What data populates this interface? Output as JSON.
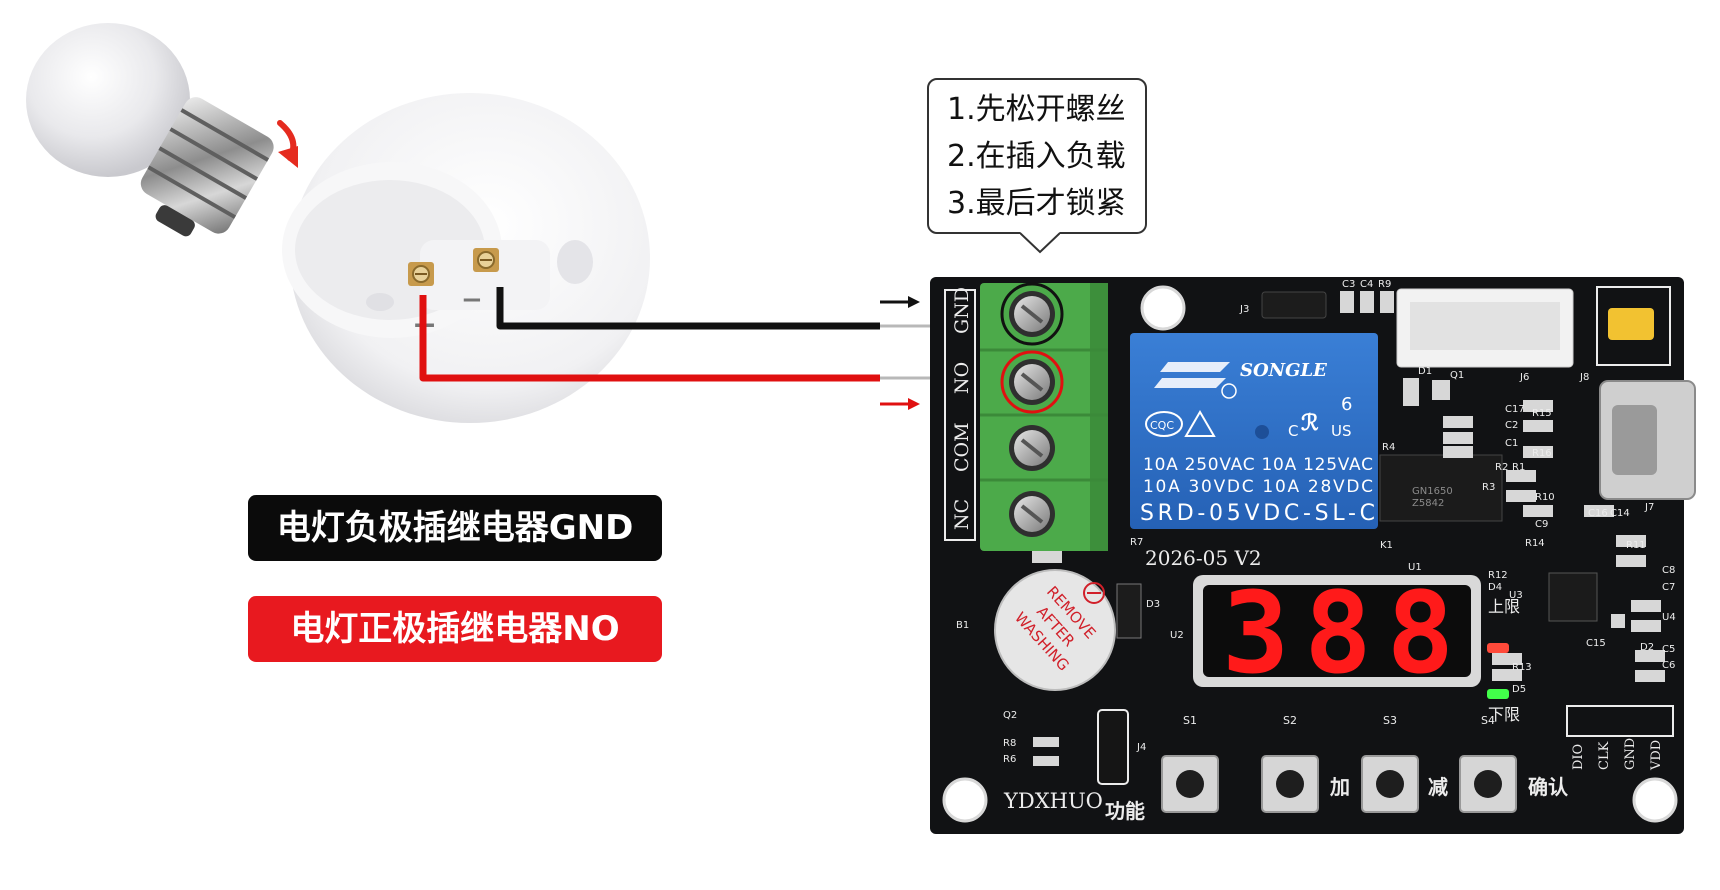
{
  "callout": {
    "steps": [
      "1.先松开螺丝",
      "2.在插入负载",
      "3.最后才锁紧"
    ]
  },
  "labels": {
    "negative": "电灯负极插继电器GND",
    "positive": "电灯正极插继电器NO"
  },
  "lamp_socket": {
    "plus_sign": "+",
    "minus_sign": "−"
  },
  "board": {
    "terminals": [
      "GND",
      "NO",
      "COM",
      "NC"
    ],
    "relay": {
      "brand": "SONGLE",
      "pin_number": "6",
      "cert_left": "CQC",
      "cert_c": "C",
      "cert_us": "US",
      "rating_1": "10A 250VAC  10A 125VAC",
      "rating_2": "10A  30VDC  10A  28VDC",
      "model": "SRD-05VDC-SL-C"
    },
    "version": "2026-05  V2",
    "brand": "YDXHUO",
    "display": "388",
    "buzzer_text": [
      "REMOVE",
      "AFTER",
      "WASHING"
    ],
    "buttons": [
      "功能",
      "加",
      "减",
      "确认"
    ],
    "switch_ids": [
      "S1",
      "S2",
      "S3",
      "S4"
    ],
    "limit_upper": "上限",
    "limit_lower": "下限",
    "header_pins": [
      "DIO",
      "CLK",
      "GND",
      "VDD"
    ],
    "chip_text": [
      "GN1650",
      "Z5842"
    ],
    "components": {
      "J3": "J3",
      "C3": "C3",
      "C4": "C4",
      "R9": "R9",
      "J6": "J6",
      "J8": "J8",
      "D1": "D1",
      "Q1": "Q1",
      "C17": "C17",
      "C2": "C2",
      "C1": "C1",
      "R15": "R15",
      "R16": "R16",
      "R4": "R4",
      "R2": "R2",
      "R1": "R1",
      "R3": "R3",
      "R10": "R10",
      "C9": "C9",
      "C16": "C16",
      "C14": "C14",
      "J7": "J7",
      "R14": "R14",
      "R11": "R11",
      "K1": "K1",
      "R7": "R7",
      "U1": "U1",
      "R12": "R12",
      "D4": "D4",
      "U3": "U3",
      "C8": "C8",
      "C7": "C7",
      "U4": "U4",
      "D3": "D3",
      "B1": "B1",
      "U2": "U2",
      "C15": "C15",
      "C5": "C5",
      "C6": "C6",
      "D2": "D2",
      "R13": "R13",
      "D5": "D5",
      "Q2": "Q2",
      "R8": "R8",
      "R6": "R6",
      "J4": "J4"
    }
  },
  "colors": {
    "board": "#111214",
    "silkscreen": "#ececec",
    "terminal": "#4caa4a",
    "relay": "#2a6fc9",
    "segment_on": "#ff1a1a",
    "wire_red": "#e01010",
    "wire_black": "#111111",
    "label_black": "#0b0b0b",
    "label_red": "#e8191f"
  }
}
